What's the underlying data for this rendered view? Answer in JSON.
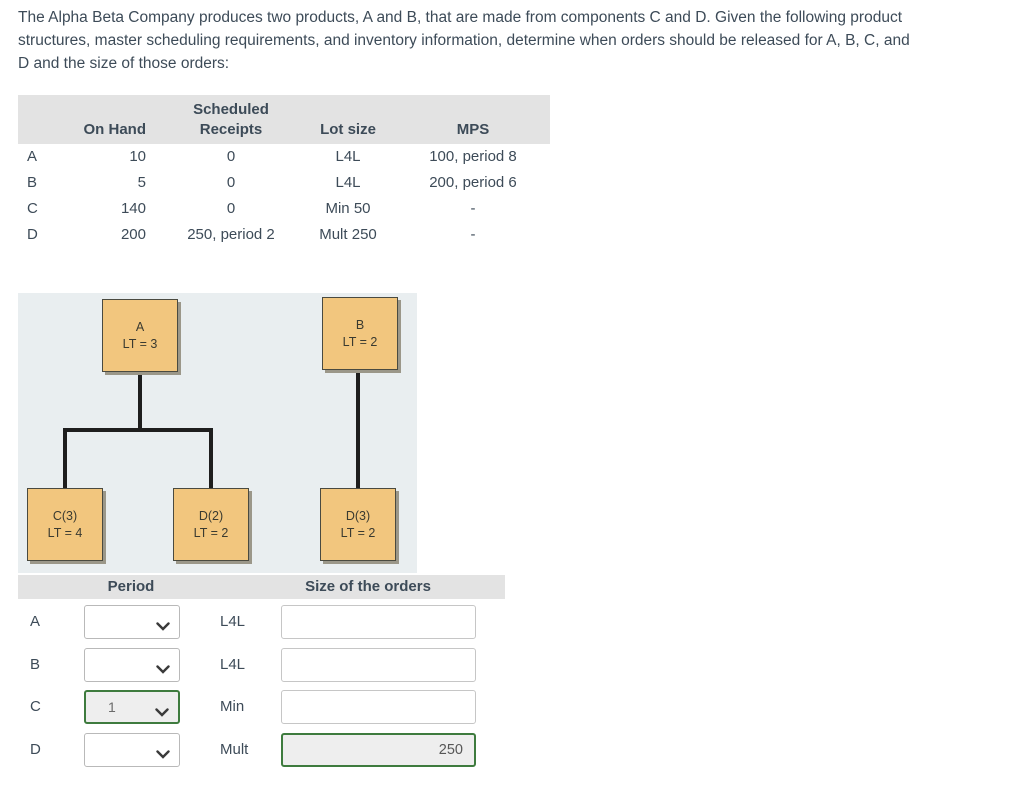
{
  "intro": {
    "lines": [
      "The Alpha Beta Company produces two products, A and B, that are made from components C and D. Given the following product",
      "structures, master scheduling requirements, and inventory information, determine when orders should be released for A, B, C, and",
      "D and the size of those orders:"
    ]
  },
  "inventory_table": {
    "headers": {
      "on_hand": "On Hand",
      "scheduled_line1": "Scheduled",
      "scheduled_line2": "Receipts",
      "lot_size": "Lot size",
      "mps": "MPS"
    },
    "rows": [
      {
        "item": "A",
        "on_hand": "10",
        "scheduled_receipts": "0",
        "lot_size": "L4L",
        "mps": "100, period 8"
      },
      {
        "item": "B",
        "on_hand": "5",
        "scheduled_receipts": "0",
        "lot_size": "L4L",
        "mps": "200, period 6"
      },
      {
        "item": "C",
        "on_hand": "140",
        "scheduled_receipts": "0",
        "lot_size": "Min 50",
        "mps": "-"
      },
      {
        "item": "D",
        "on_hand": "200",
        "scheduled_receipts": "250, period 2",
        "lot_size": "Mult 250",
        "mps": "-"
      }
    ]
  },
  "diagram": {
    "nodes": [
      {
        "label": "A",
        "lt": "LT = 3"
      },
      {
        "label": "B",
        "lt": "LT = 2"
      },
      {
        "label": "C(3)",
        "lt": "LT = 4"
      },
      {
        "label": "D(2)",
        "lt": "LT = 2"
      },
      {
        "label": "D(3)",
        "lt": "LT = 2"
      }
    ],
    "colors": {
      "background": "#e9eef0",
      "box_fill": "#f2c67e",
      "box_border": "#4a4a40",
      "connector": "#1e1e1e"
    }
  },
  "order_form": {
    "headers": {
      "period": "Period",
      "size": "Size of the orders"
    },
    "rows": [
      {
        "item": "A",
        "period_value": "",
        "lot_rule": "L4L",
        "size_value": ""
      },
      {
        "item": "B",
        "period_value": "",
        "lot_rule": "L4L",
        "size_value": ""
      },
      {
        "item": "C",
        "period_value": "1",
        "lot_rule": "Min",
        "size_value": ""
      },
      {
        "item": "D",
        "period_value": "",
        "lot_rule": "Mult",
        "size_value": "250"
      }
    ],
    "colors": {
      "answered_border": "#3e7b3e",
      "answered_bg": "#eeeeee"
    }
  }
}
